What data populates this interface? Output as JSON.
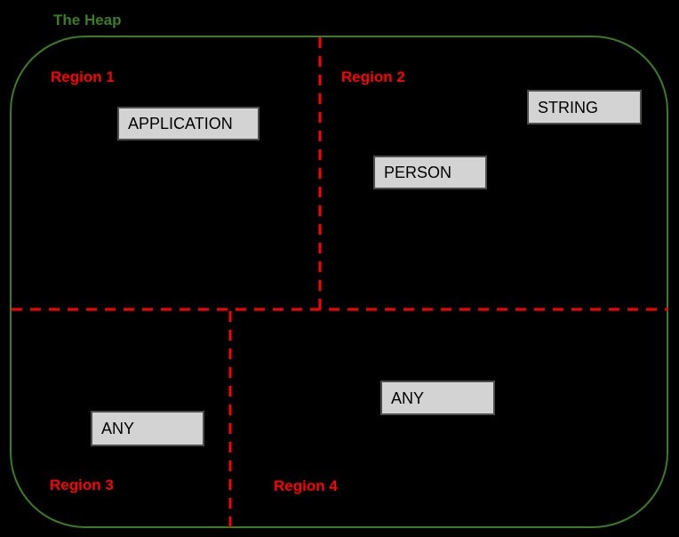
{
  "diagram": {
    "title": "The Heap",
    "regions": [
      {
        "label": "Region 1",
        "objects": [
          "APPLICATION"
        ]
      },
      {
        "label": "Region 2",
        "objects": [
          "STRING",
          "PERSON"
        ]
      },
      {
        "label": "Region 3",
        "objects": [
          "ANY"
        ]
      },
      {
        "label": "Region 4",
        "objects": [
          "ANY"
        ]
      }
    ]
  },
  "colors": {
    "background": "#000000",
    "heap_outline": "#3A7D23",
    "heap_title_text": "#3A7D23",
    "region_divider": "#FF0000",
    "region_label_text": "#FF0000",
    "object_box_fill": "#D3D3D3",
    "object_box_border": "#4D4D4D",
    "object_box_text": "#000000"
  }
}
